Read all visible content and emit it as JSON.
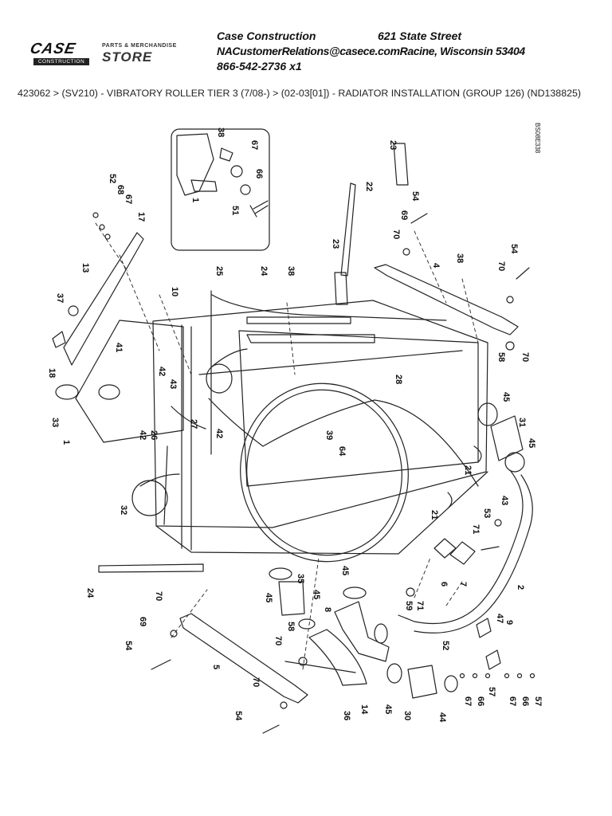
{
  "header": {
    "logo_text": "CASE",
    "logo_subtext": "CONSTRUCTION",
    "store_line1": "PARTS & MERCHANDISE",
    "store_line2": "STORE",
    "company": "Case Construction",
    "street": "621 State Street",
    "email_city": "NACustomerRelations@casece.comRacine, Wisconsin 53404",
    "phone": "866-542-2736 x1"
  },
  "breadcrumb": "423062 > (SV210) - VIBRATORY ROLLER TIER 3 (7/08-) > (02-03[01]) - RADIATOR INSTALLATION (GROUP 126) (ND138825)",
  "diagram": {
    "code": "BS08E338",
    "callouts": [
      "52",
      "68",
      "67",
      "17",
      "13",
      "37",
      "18",
      "33",
      "1",
      "10",
      "41",
      "42",
      "43",
      "26",
      "42",
      "27",
      "25",
      "24",
      "38",
      "42",
      "32",
      "24",
      "28",
      "39",
      "64",
      "23",
      "22",
      "23",
      "70",
      "69",
      "54",
      "4",
      "38",
      "70",
      "54",
      "58",
      "70",
      "45",
      "31",
      "45",
      "21",
      "43",
      "53",
      "71",
      "21",
      "6",
      "7",
      "2",
      "45",
      "35",
      "45",
      "8",
      "45",
      "59",
      "71",
      "47",
      "9",
      "52",
      "67",
      "66",
      "57",
      "67",
      "66",
      "57",
      "70",
      "69",
      "54",
      "5",
      "70",
      "58",
      "36",
      "14",
      "45",
      "30",
      "44",
      "70",
      "54",
      "1",
      "38",
      "67",
      "66",
      "51"
    ]
  }
}
